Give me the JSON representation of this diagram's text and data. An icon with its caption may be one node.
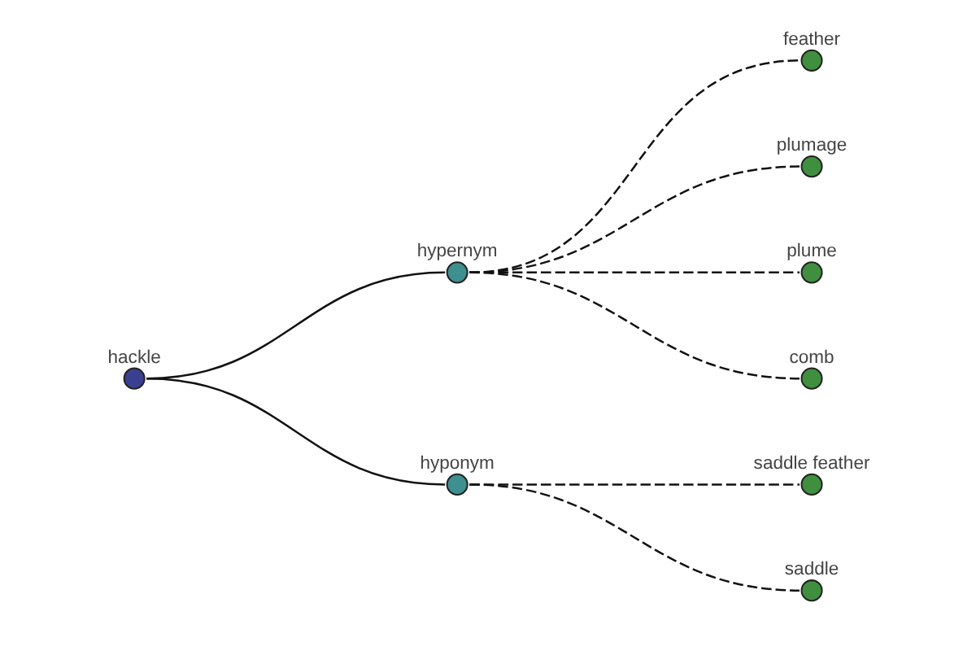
{
  "diagram": {
    "nodes": [
      {
        "text": [
          "hackle"
        ]
      },
      {
        "text": [
          "hypernym"
        ]
      },
      {
        "text": [
          "hyponym"
        ]
      },
      {
        "text": [
          "feather"
        ]
      },
      {
        "text": [
          "plumage"
        ]
      },
      {
        "text": [
          "plume"
        ]
      },
      {
        "text": [
          "comb"
        ]
      },
      {
        "text": [
          "saddle feather"
        ]
      },
      {
        "text": [
          "saddle"
        ]
      }
    ],
    "edges": [
      {
        "from": 0,
        "to": 1,
        "arrow": "none"
      },
      {
        "from": 0,
        "to": 2,
        "arrow": "none"
      },
      {
        "from": 1,
        "to": 3,
        "arrow": "none",
        "style": "dashed"
      },
      {
        "from": 1,
        "to": 4,
        "arrow": "none",
        "style": "dashed"
      },
      {
        "from": 1,
        "to": 5,
        "arrow": "none",
        "style": "dashed"
      },
      {
        "from": 1,
        "to": 6,
        "arrow": "none",
        "style": "dashed"
      },
      {
        "from": 2,
        "to": 7,
        "arrow": "none",
        "style": "dashed"
      },
      {
        "from": 2,
        "to": 8,
        "arrow": "none",
        "style": "dashed"
      }
    ]
  }
}
